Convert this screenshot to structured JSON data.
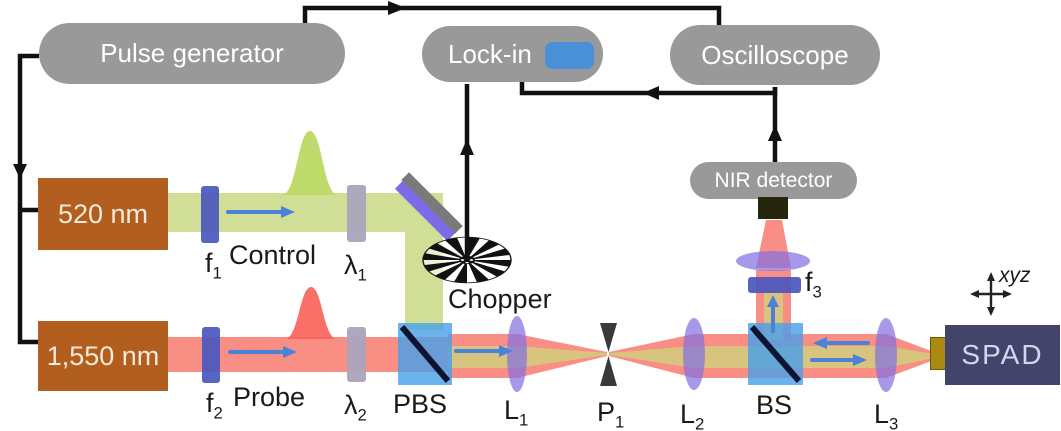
{
  "instruments": {
    "pulse_generator": "Pulse generator",
    "lock_in": "Lock-in",
    "oscilloscope": "Oscilloscope",
    "nir_detector": "NIR detector",
    "spad": "SPAD"
  },
  "lasers": {
    "green_label": "520 nm",
    "ir_label": "1,550 nm"
  },
  "beams": {
    "control": "Control",
    "probe": "Probe"
  },
  "optics": {
    "f1": {
      "base": "f",
      "sub": "1"
    },
    "f2": {
      "base": "f",
      "sub": "2"
    },
    "f3": {
      "base": "f",
      "sub": "3"
    },
    "lambda1": {
      "base": "λ",
      "sub": "1"
    },
    "lambda2": {
      "base": "λ",
      "sub": "2"
    },
    "l1": {
      "base": "L",
      "sub": "1"
    },
    "l2": {
      "base": "L",
      "sub": "2"
    },
    "l3": {
      "base": "L",
      "sub": "3"
    },
    "p1": {
      "base": "P",
      "sub": "1"
    },
    "pbs": "PBS",
    "bs": "BS",
    "chopper": "Chopper"
  },
  "stage_marker": {
    "axes": "xyz"
  },
  "colors": {
    "signal": "#111111",
    "arrow_blue": "#4a82d8",
    "beam_green": "#ccdc8b",
    "pulse_green": "#bcd964",
    "beam_red": "#f87a70",
    "pulse_red": "#f8645c",
    "beam_core": "#d6c77e",
    "lens_purple": "#8372e2",
    "cube_blue": "#47a0ea",
    "cube_diagonal": "#0e1430",
    "filter_blue": "#4a57bd",
    "waveplate_gray": "#aaa4bc",
    "mirror_gray": "#7a7a7a",
    "mirror_purple": "#7b6ce6",
    "pill_gray": "#999999",
    "pill_text": "#ffffff",
    "laser_brown": "#b15e1f",
    "laser_text": "#f5ead8",
    "spad_navy": "#42446c",
    "spad_text": "#d3d7ee",
    "coupler_gold": "#aa8a10",
    "chip_dark": "#26260e",
    "lockin_screen": "#4a90d8",
    "pinhole_dark": "#3a3a3a",
    "chopper_black": "#111111",
    "marker_dark": "#222222"
  }
}
